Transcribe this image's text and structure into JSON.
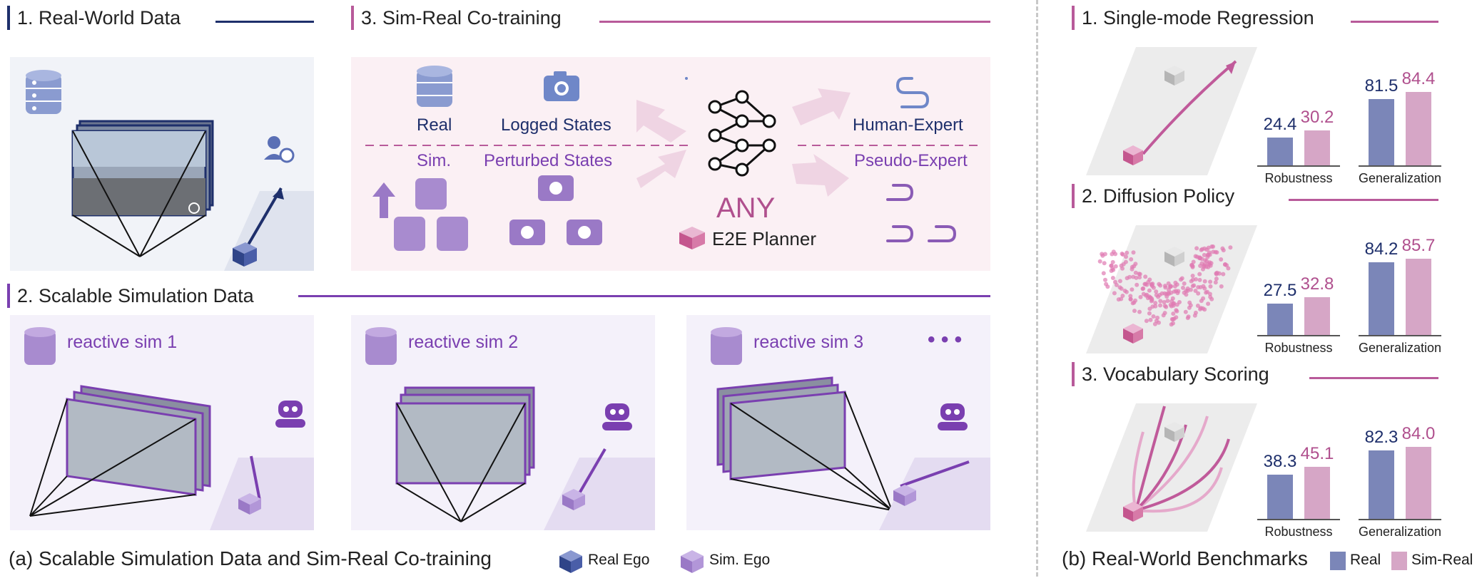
{
  "left": {
    "section1_title": "1. Real-World Data",
    "section2_title": "2. Scalable Simulation Data",
    "section3_title": "3. Sim-Real Co-training",
    "sim_labels": [
      "reactive sim 1",
      "reactive sim 2",
      "reactive sim 3"
    ],
    "ellipsis": "• • •",
    "cotrain": {
      "real": "Real",
      "logged_states": "Logged States",
      "human_expert": "Human-Expert",
      "sim": "Sim.",
      "perturbed_states": "Perturbed States",
      "pseudo_expert": "Pseudo-Expert",
      "any": "ANY",
      "e2e_planner": "E2E Planner"
    },
    "caption": "(a) Scalable Simulation Data and Sim-Real Co-training",
    "legend_real_ego": "Real Ego",
    "legend_sim_ego": "Sim. Ego"
  },
  "right": {
    "caption": "(b) Real-World Benchmarks",
    "legend_real": "Real",
    "legend_simreal": "Sim-Real"
  },
  "colors": {
    "navy": "#1e2f6b",
    "pink": "#b85a9a",
    "purple": "#7a3fb0",
    "bar_real": "#7b86b8",
    "bar_simreal": "#d6a6c6",
    "val_real": "#1e2f6b",
    "val_simreal": "#b0508e"
  },
  "chart_data": [
    {
      "type": "bar",
      "title": "1. Single-mode Regression",
      "categories": [
        "Robustness",
        "Generalization"
      ],
      "series": [
        {
          "name": "Real",
          "values": [
            24.4,
            81.5
          ]
        },
        {
          "name": "Sim-Real",
          "values": [
            30.2,
            84.4
          ]
        }
      ]
    },
    {
      "type": "bar",
      "title": "2. Diffusion Policy",
      "categories": [
        "Robustness",
        "Generalization"
      ],
      "series": [
        {
          "name": "Real",
          "values": [
            27.5,
            84.2
          ]
        },
        {
          "name": "Sim-Real",
          "values": [
            32.8,
            85.7
          ]
        }
      ]
    },
    {
      "type": "bar",
      "title": "3. Vocabulary Scoring",
      "categories": [
        "Robustness",
        "Generalization"
      ],
      "series": [
        {
          "name": "Real",
          "values": [
            38.3,
            82.3
          ]
        },
        {
          "name": "Sim-Real",
          "values": [
            45.1,
            84.0
          ]
        }
      ]
    }
  ]
}
